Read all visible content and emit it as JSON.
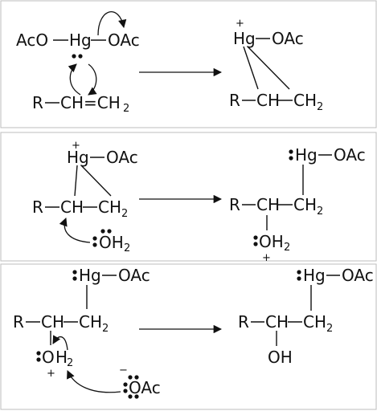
{
  "labels": {
    "aco": "AcO",
    "hg": "Hg",
    "oac": "OAc",
    "r": "R",
    "ch": "CH",
    "ch_eq": "CH",
    "eq_ch2": "=CH",
    "ch2": "CH",
    "two": "2",
    "plus": "+",
    "minus": "−",
    "oh": "OH",
    "o": "O",
    "h": "H"
  }
}
